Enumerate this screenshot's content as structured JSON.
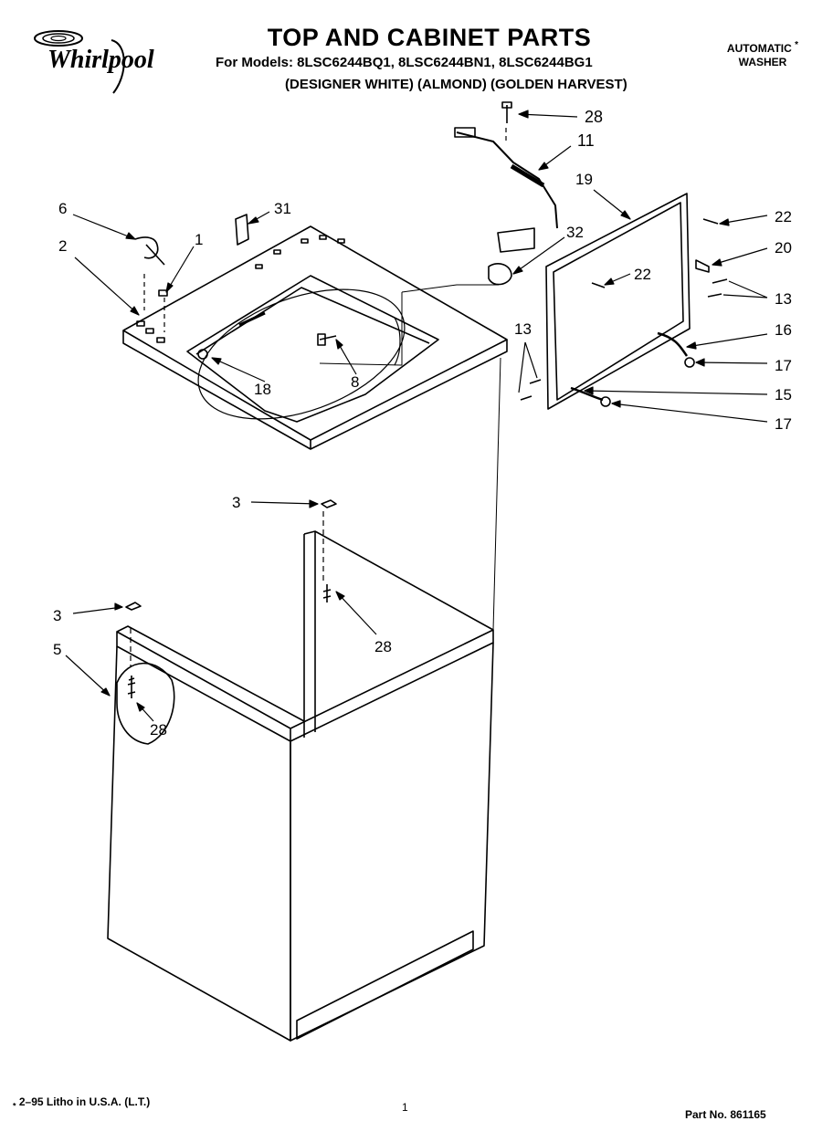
{
  "brand": {
    "logo_text": "Whirlpool"
  },
  "header": {
    "title": "TOP AND CABINET PARTS",
    "models_line": "For Models: 8LSC6244BQ1, 8LSC6244BN1, 8LSC6244BG1",
    "colors_line": "(DESIGNER WHITE) (ALMOND) (GOLDEN HARVEST)"
  },
  "appliance_type": {
    "line1": "AUTOMATIC",
    "line2": "WASHER",
    "mark": "*"
  },
  "footer": {
    "left_mark": "*",
    "left_text": "2–95 Litho in U.S.A. (L.T.)",
    "page_number": "1",
    "part_number": "Part No. 861165"
  },
  "callouts": [
    {
      "id": "c28a",
      "label": "28"
    },
    {
      "id": "c11",
      "label": "11"
    },
    {
      "id": "c19",
      "label": "19"
    },
    {
      "id": "c6",
      "label": "6"
    },
    {
      "id": "c31",
      "label": "31"
    },
    {
      "id": "c22a",
      "label": "22"
    },
    {
      "id": "c2",
      "label": "2"
    },
    {
      "id": "c1",
      "label": "1"
    },
    {
      "id": "c32",
      "label": "32"
    },
    {
      "id": "c20",
      "label": "20"
    },
    {
      "id": "c22b",
      "label": "22"
    },
    {
      "id": "c13a",
      "label": "13"
    },
    {
      "id": "c13b",
      "label": "13"
    },
    {
      "id": "c16",
      "label": "16"
    },
    {
      "id": "c8",
      "label": "8"
    },
    {
      "id": "c18",
      "label": "18"
    },
    {
      "id": "c17a",
      "label": "17"
    },
    {
      "id": "c15",
      "label": "15"
    },
    {
      "id": "c17b",
      "label": "17"
    },
    {
      "id": "c3a",
      "label": "3"
    },
    {
      "id": "c28b",
      "label": "28"
    },
    {
      "id": "c3b",
      "label": "3"
    },
    {
      "id": "c5",
      "label": "5"
    },
    {
      "id": "c28c",
      "label": "28"
    }
  ]
}
